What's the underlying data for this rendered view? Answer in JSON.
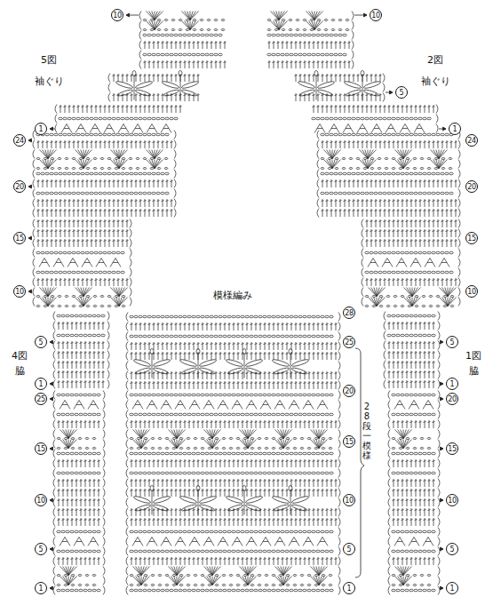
{
  "diagram": {
    "labels": [
      "5図",
      "袖ぐり",
      "10",
      "1",
      "2図",
      "袖ぐり",
      "10",
      "5",
      "1",
      "24",
      "20",
      "15",
      "10",
      "5",
      "4図",
      "脇",
      "1",
      "25",
      "15",
      "10",
      "5",
      "1",
      "模様編み",
      "28",
      "25",
      "20",
      "15",
      "10",
      "5",
      "1",
      "28段一模様",
      "24",
      "20",
      "15",
      "10",
      "5",
      "1図",
      "脇",
      "1",
      "20",
      "15",
      "10",
      "5",
      "1"
    ]
  }
}
